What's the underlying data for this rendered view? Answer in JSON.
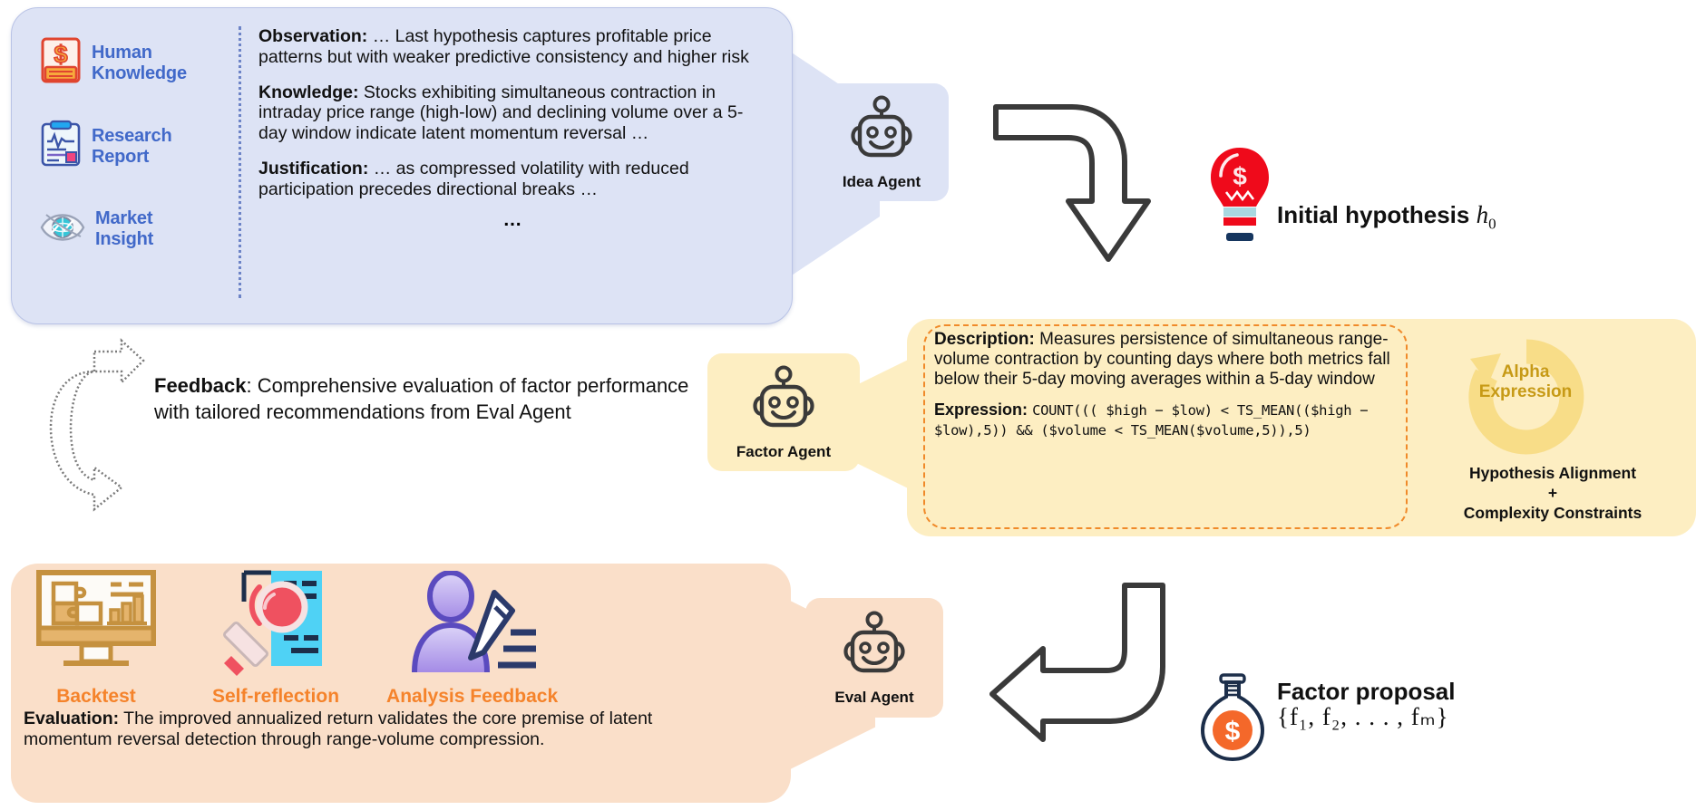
{
  "knowledge_panel": {
    "sources": [
      {
        "icon": "book-dollar-icon",
        "label": "Human\nKnowledge"
      },
      {
        "icon": "clipboard-chart-icon",
        "label": "Research\nReport"
      },
      {
        "icon": "eye-globe-icon",
        "label": "Market\nInsight"
      }
    ],
    "entries": [
      {
        "label": "Observation:",
        "text": " … Last hypothesis captures profitable price patterns but with weaker predictive consistency and higher risk"
      },
      {
        "label": "Knowledge:",
        "text": " Stocks exhibiting simultaneous contraction in intraday price range (high-low) and declining volume over a 5-day window indicate latent momentum reversal …"
      },
      {
        "label": "Justification:",
        "text": " … as compressed volatility with reduced participation precedes directional breaks …"
      }
    ],
    "ellipsis": "…"
  },
  "agents": {
    "idea": {
      "name": "Idea Agent",
      "icon": "robot-icon"
    },
    "factor": {
      "name": "Factor Agent",
      "icon": "robot-icon"
    },
    "eval": {
      "name": "Eval Agent",
      "icon": "robot-icon"
    }
  },
  "initial_hypothesis": {
    "icon": "lightbulb-dollar-icon",
    "label": "Initial hypothesis",
    "symbol": "h",
    "subscript": "0"
  },
  "factor_panel": {
    "description_label": "Description:",
    "description_text": " Measures persistence of simultaneous range-volume contraction by counting days where both metrics fall below their 5-day moving averages within a 5-day window",
    "expression_label": "Expression:",
    "expression_code": "COUNT(((  $high − $low) < TS_MEAN(($high − $low),5)) && ($volume < TS_MEAN($volume,5)),5)",
    "alpha_title": "Alpha\nExpression",
    "constraint_line1": "Hypothesis Alignment",
    "constraint_plus": "+",
    "constraint_line2": "Complexity Constraints",
    "alpha_icon": "circular-refresh-icon"
  },
  "eval_panel": {
    "items": [
      {
        "icon": "monitor-chart-icon",
        "label": "Backtest"
      },
      {
        "icon": "magnifier-document-icon",
        "label": "Self-reflection"
      },
      {
        "icon": "person-pen-icon",
        "label": "Analysis Feedback"
      }
    ],
    "evaluation_label": "Evaluation:",
    "evaluation_text": " The improved annualized return validates the core premise of latent momentum reversal detection through range-volume compression."
  },
  "feedback": {
    "label": "Feedback",
    "text": ": Comprehensive evaluation of factor performance with tailored recommendations from Eval Agent",
    "icon": "dotted-loop-arrow-icon"
  },
  "factor_proposal": {
    "icon": "flask-dollar-icon",
    "label": "Factor proposal",
    "set_notation": "{f₁, f₂, . . . , fₘ}"
  },
  "arrows": {
    "idea_to_factor": "elbow-arrow-down-icon",
    "factor_to_eval": "elbow-arrow-left-icon"
  },
  "colors": {
    "blue_panel": "#dde3f5",
    "blue_text": "#4169c9",
    "yellow_panel": "#fdeec2",
    "orange_dash": "#f08a2a",
    "alpha_text": "#c79a16",
    "orange_panel": "#fadfc9",
    "orange_caption": "#f5832b",
    "arrow_dark": "#3a3a3a"
  }
}
